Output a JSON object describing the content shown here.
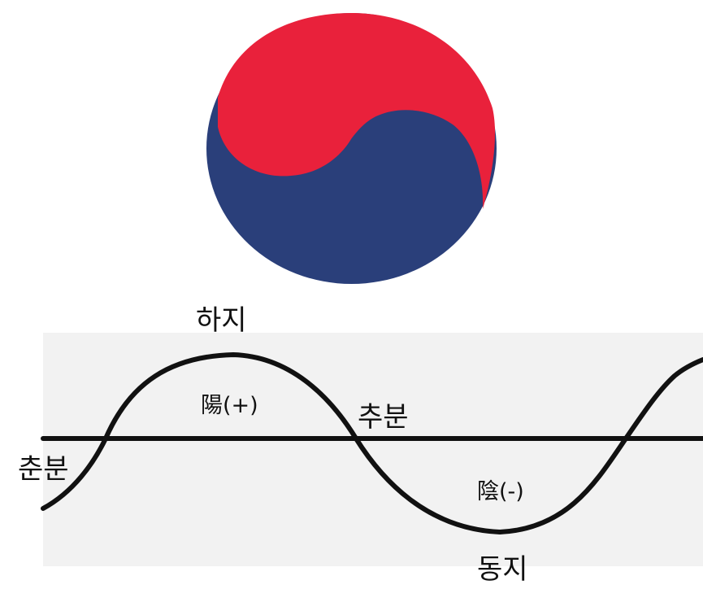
{
  "figure": {
    "symbol": {
      "icon": "taegeuk-icon",
      "colors": {
        "yang": "#e9213b",
        "eum": "#2a3f7a"
      }
    },
    "labels": {
      "summer_solstice": "하지",
      "yang": "陽(+)",
      "autumn_equinox": "추분",
      "spring_equinox": "춘분",
      "yin": "陰(-)",
      "winter_solstice": "동지"
    },
    "colors": {
      "panel": "#f2f2f2",
      "line": "#111111"
    }
  }
}
